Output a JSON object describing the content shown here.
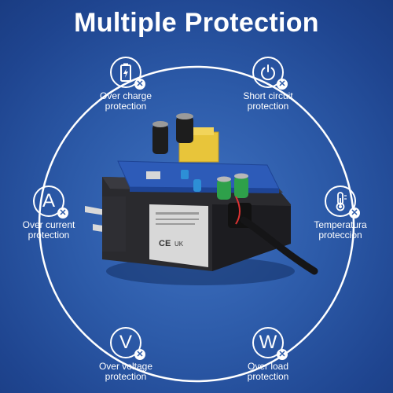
{
  "title": "Multiple Protection",
  "features": {
    "overcharge": {
      "icon": "battery-charge-icon",
      "line1": "Over charge",
      "line2": "protection"
    },
    "shortcircuit": {
      "icon": "power-switch-icon",
      "line1": "Short circuit",
      "line2": "protection"
    },
    "overcurrent": {
      "icon": "ampere-icon",
      "letter": "A",
      "line1": "Over current",
      "line2": "protection"
    },
    "temperature": {
      "icon": "thermometer-icon",
      "line1": "Temperatura",
      "line2": "proteccion"
    },
    "overvoltage": {
      "icon": "volt-icon",
      "letter": "V",
      "line1": "Over voltage",
      "line2": "protection"
    },
    "overload": {
      "icon": "watt-icon",
      "letter": "W",
      "line1": "Over load",
      "line2": "protection"
    }
  },
  "device": {
    "cert_mark": "CE",
    "cert_mark2": "UK"
  },
  "colors": {
    "background": "#2c5aa8",
    "accent": "#ffffff"
  }
}
